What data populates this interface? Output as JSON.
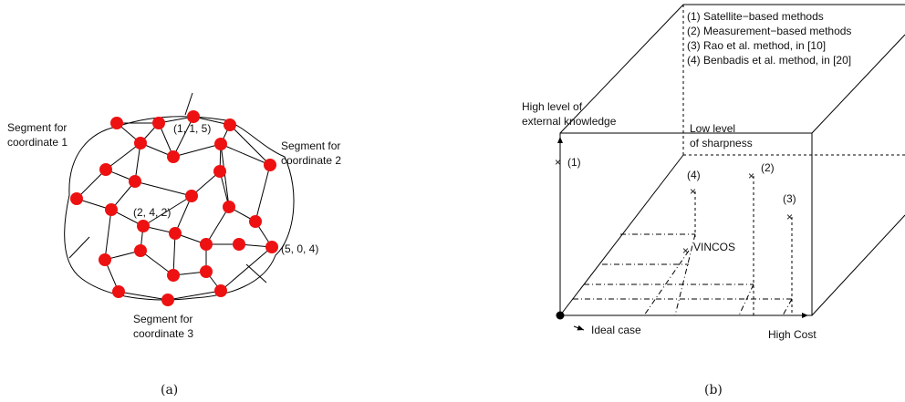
{
  "panel_a": {
    "segment_labels": [
      {
        "line1": "Segment for",
        "line2": "coordinate 1"
      },
      {
        "line1": "Segment for",
        "line2": "coordinate 2"
      },
      {
        "line1": "Segment for",
        "line2": "coordinate 3"
      }
    ],
    "node_labels": [
      "(1, 1, 5)",
      "(2, 4, 2)",
      "(5, 0, 4)"
    ],
    "caption": "(a)",
    "node_color": "#ee1111"
  },
  "panel_b": {
    "legend": [
      "(1) Satellite−based methods",
      "(2) Measurement−based methods",
      "(3) Rao et al. method, in [10]",
      "(4) Benbadis et al. method, in [20]"
    ],
    "axis_y": {
      "line1": "High level of",
      "line2": "external knowledge"
    },
    "axis_z": {
      "line1": "Low level",
      "line2": "of sharpness"
    },
    "axis_x": "High Cost",
    "origin": "Ideal case",
    "points": [
      "(1)",
      "(2)",
      "(3)",
      "(4)",
      "VINCOS"
    ],
    "caption": "(b)"
  }
}
